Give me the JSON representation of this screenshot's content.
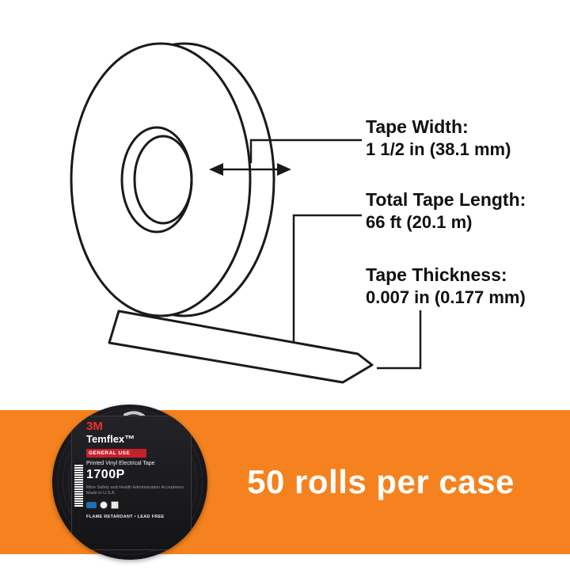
{
  "specs": {
    "width": {
      "label": "Tape Width:",
      "value": "1 1/2 in (38.1 mm)"
    },
    "length": {
      "label": "Total Tape Length:",
      "value": "66 ft (20.1 m)"
    },
    "thickness": {
      "label": "Tape Thickness:",
      "value": "0.007 in (0.177 mm)"
    }
  },
  "banner": {
    "text": "50 rolls per case",
    "background_color": "#F5821E",
    "text_color": "#FFFFFF"
  },
  "product_label": {
    "brand": "3M",
    "product_name": "Temflex™",
    "use_class": "GENERAL USE",
    "description": "Printed Vinyl Electrical Tape",
    "model": "1700P",
    "small_print_line1": "Mine Safety and Health Administration Acceptance",
    "small_print_line2": "Made in U.S.A.",
    "footer": "FLAME RETARDANT • LEAD FREE",
    "brand_color": "#EF2E24",
    "use_bar_color": "#C8202B"
  },
  "diagram": {
    "stroke_color": "#1A1A1A"
  }
}
